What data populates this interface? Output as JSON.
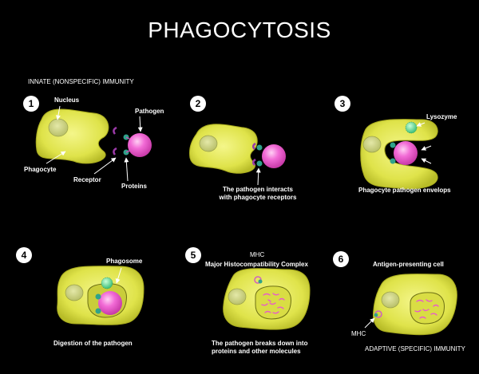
{
  "title": "PHAGOCYTOSIS",
  "innate_label": "INNATE (NONSPECIFIC) IMMUNITY",
  "adaptive_label": "ADAPTIVE (SPECIFIC) IMMUNITY",
  "steps": [
    {
      "number": "1",
      "labels": {
        "nucleus": "Nucleus",
        "pathogen": "Pathogen",
        "phagocyte": "Phagocyte",
        "receptor": "Receptor",
        "proteins": "Proteins"
      }
    },
    {
      "number": "2",
      "caption_line1": "The pathogen interacts",
      "caption_line2": "with phagocyte receptors"
    },
    {
      "number": "3",
      "label": "Lysozyme",
      "caption": "Phagocyte pathogen envelops"
    },
    {
      "number": "4",
      "label": "Phagosome",
      "caption": "Digestion of the pathogen"
    },
    {
      "number": "5",
      "mhc": "MHC",
      "mhc_full": "Major Histocompatibility Complex",
      "caption_line1": "The pathogen breaks down into",
      "caption_line2": "proteins and other molecules"
    },
    {
      "number": "6",
      "label": "Antigen-presenting cell",
      "mhc": "MHC"
    }
  ],
  "colors": {
    "background": "#000000",
    "cell": "#dfe34a",
    "cell_edge": "#a8ab1e",
    "nucleus": "#cfd68a",
    "pathogen": "#ef5bd0",
    "receptor": "#8b2fa0",
    "protein": "#2fa28a",
    "lysozyme": "#4fd08a"
  }
}
